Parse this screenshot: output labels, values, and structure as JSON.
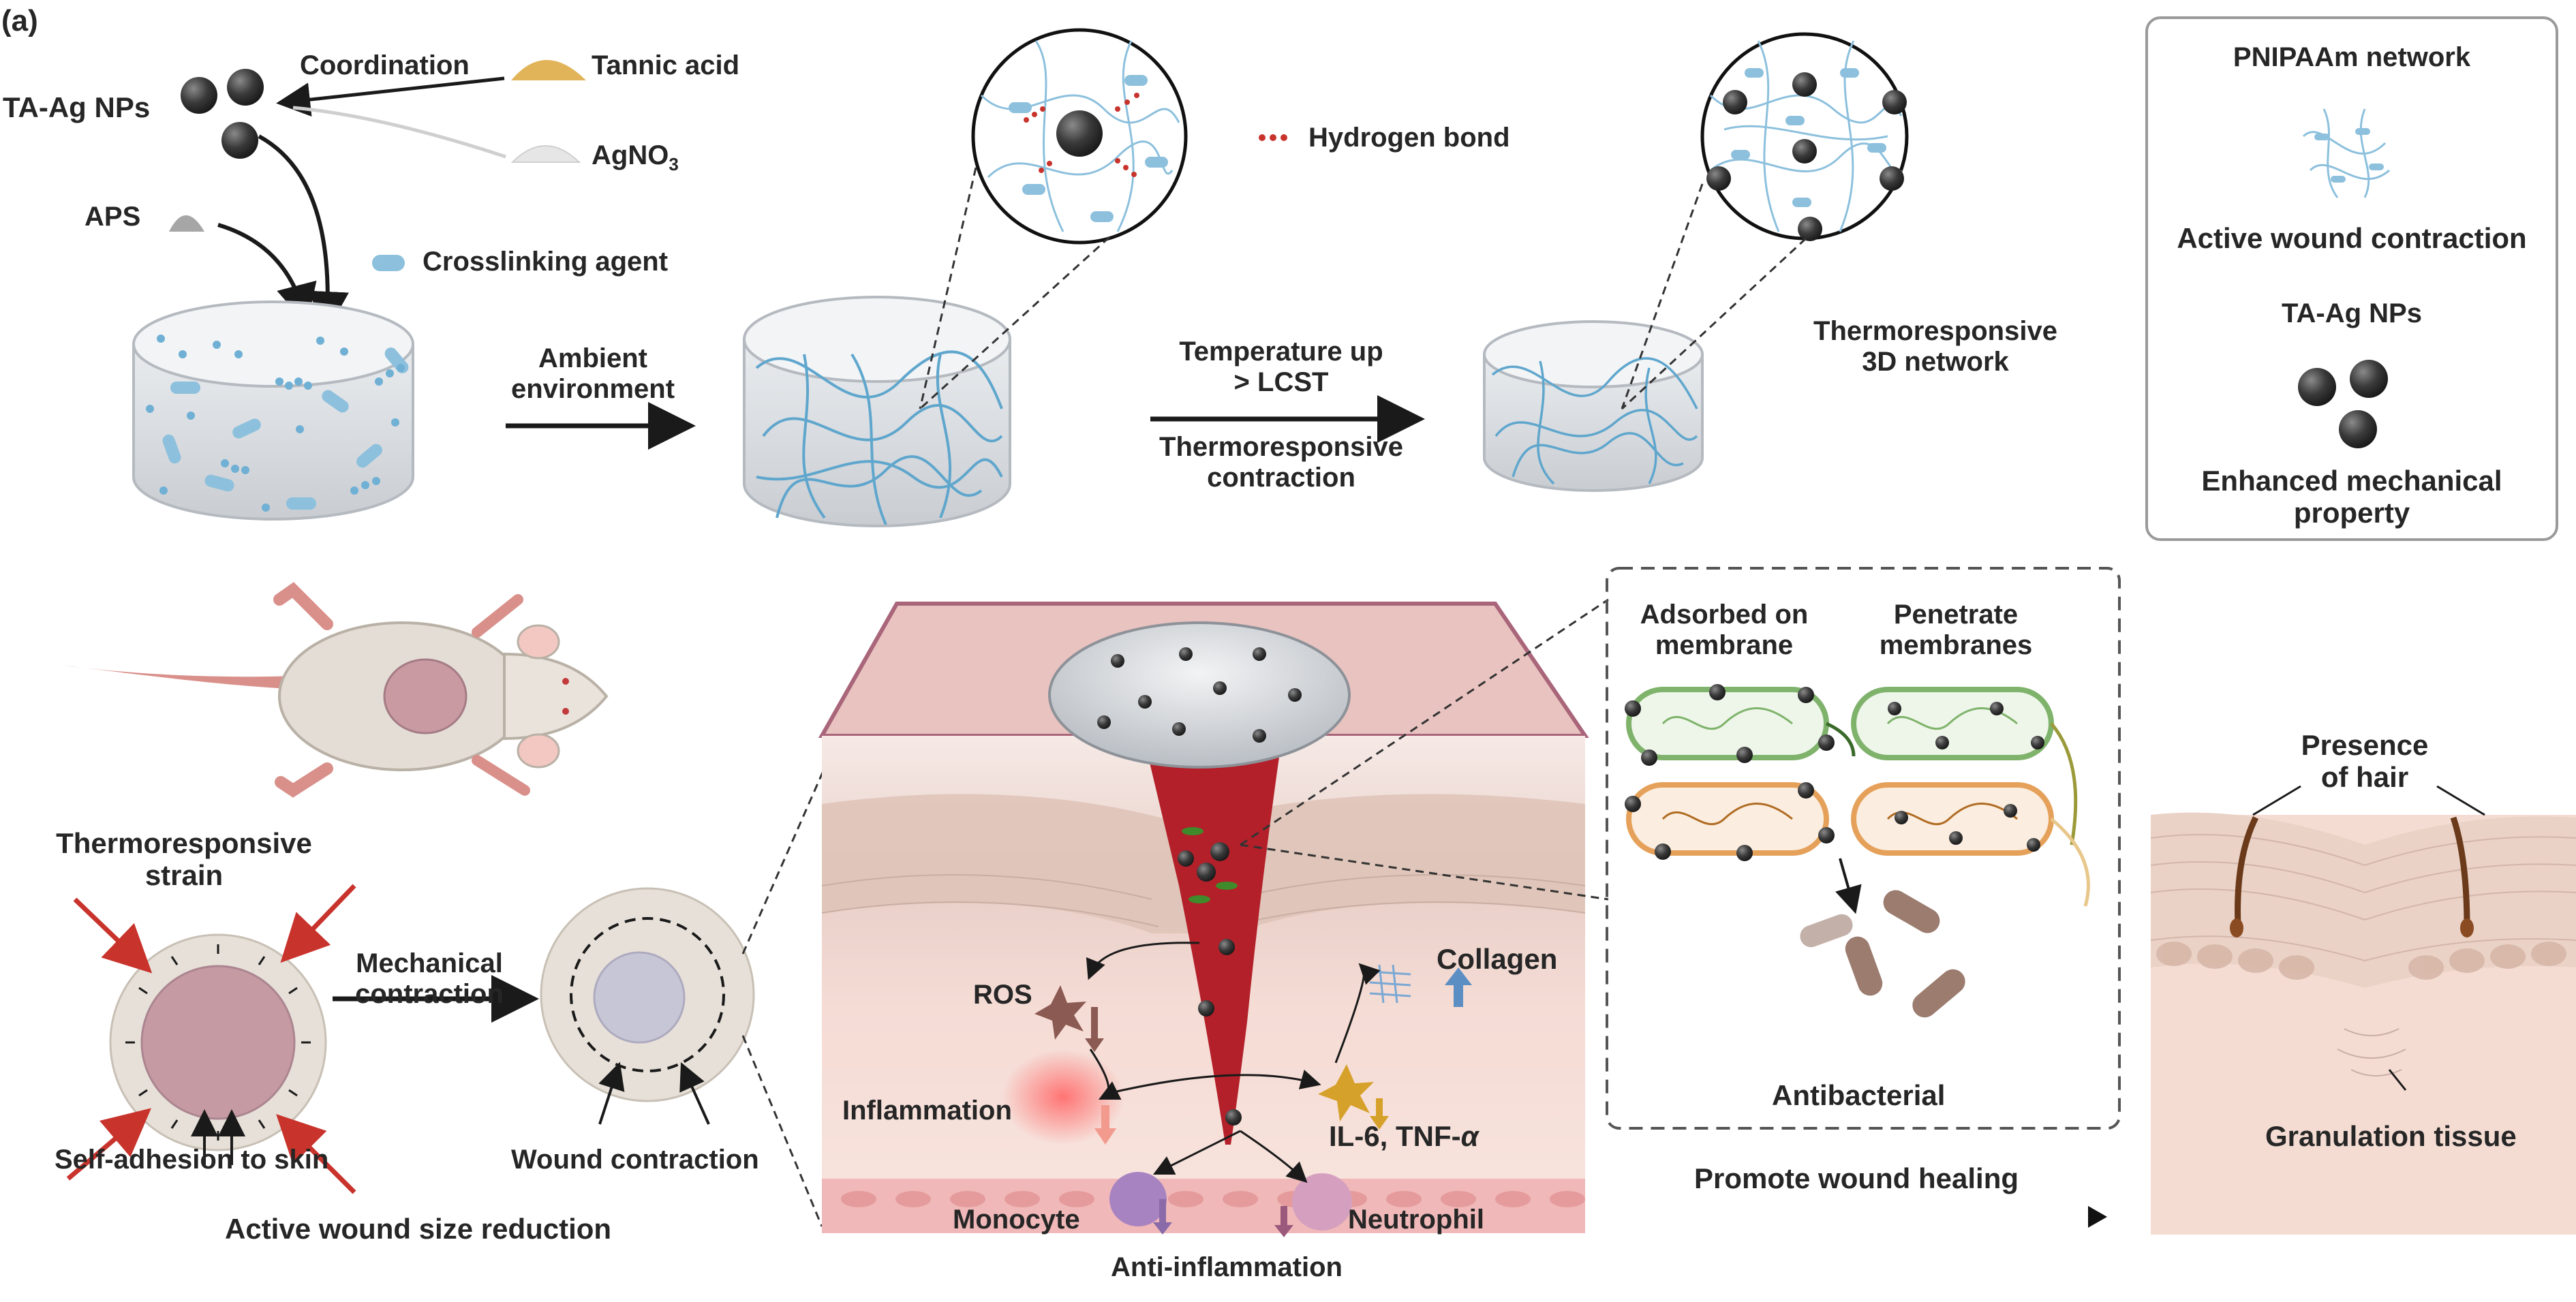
{
  "panel_label": "(a)",
  "synthesis": {
    "ta_ag_nps": "TA-Ag NPs",
    "coordination": "Coordination",
    "tannic_acid": "Tannic acid",
    "agno3_base": "AgNO",
    "agno3_sub": "3",
    "aps": "APS",
    "crosslinking_agent": "Crosslinking agent",
    "ambient_line1": "Ambient",
    "ambient_line2": "environment",
    "hydrogen_bond": "Hydrogen bond",
    "temp_line1": "Temperature up",
    "temp_line2": "> LCST",
    "thermo_contraction_line1": "Thermoresponsive",
    "thermo_contraction_line2": "contraction",
    "network_line1": "Thermoresponsive",
    "network_line2": "3D network"
  },
  "legend": {
    "pnipaam_network": "PNIPAAm network",
    "active_wound_contraction": "Active wound contraction",
    "ta_ag_nps": "TA-Ag NPs",
    "enhanced_line1": "Enhanced mechanical",
    "enhanced_line2": "property"
  },
  "wound": {
    "thermo_strain_line1": "Thermoresponsive",
    "thermo_strain_line2": "strain",
    "mechanical_line1": "Mechanical",
    "mechanical_line2": "contraction",
    "self_adhesion": "Self-adhesion to skin",
    "wound_contraction": "Wound contraction",
    "active_reduction": "Active wound size reduction"
  },
  "skin": {
    "ros": "ROS",
    "collagen": "Collagen",
    "inflammation": "Inflammation",
    "il6": "IL-6, TNF-",
    "alpha": "α",
    "monocyte": "Monocyte",
    "neutrophil": "Neutrophil",
    "anti_inflammation": "Anti-inflammation"
  },
  "bacteria": {
    "adsorbed_line1": "Adsorbed on",
    "adsorbed_line2": "membrane",
    "penetrate_line1": "Penetrate",
    "penetrate_line2": "membranes",
    "antibacterial": "Antibacterial"
  },
  "healing": {
    "promote": "Promote wound healing",
    "presence_line1": "Presence",
    "presence_line2": "of hair",
    "granulation": "Granulation tissue"
  },
  "colors": {
    "gel_blue": "#7fb6d6",
    "np_dark": "#3a3a3a",
    "wound_red": "#b3202a",
    "skin_pink": "#f2d2cc",
    "arrow_red": "#c8332c"
  }
}
